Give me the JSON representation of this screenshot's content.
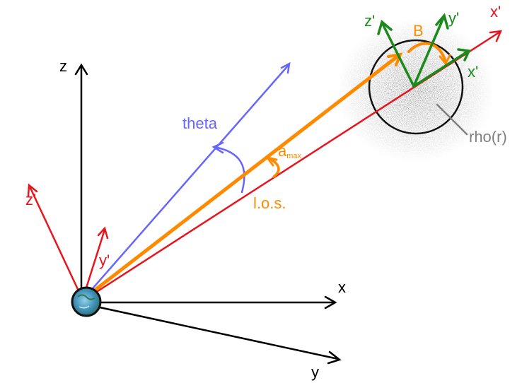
{
  "labels": {
    "z": "z",
    "x": "x",
    "y": "y",
    "z_prime_observer": "z'",
    "y_prime_observer": "y'",
    "x_prime_line": "x'",
    "theta": "theta",
    "a": "a",
    "a_sub": "max",
    "los": "l.o.s.",
    "z_prime_cloud": "z'",
    "y_prime_cloud": "y'",
    "x_prime_cloud": "x'",
    "beta": "B",
    "rho": "rho(r)"
  },
  "colors": {
    "black_axes": "#000000",
    "red_frame": "#e8141e",
    "blue_theta": "#6666ff",
    "orange_los": "#ff8a00",
    "green_cloud": "#1a8a1a",
    "gray_rho": "#808080",
    "earth_blue": "#5aa0c8"
  }
}
